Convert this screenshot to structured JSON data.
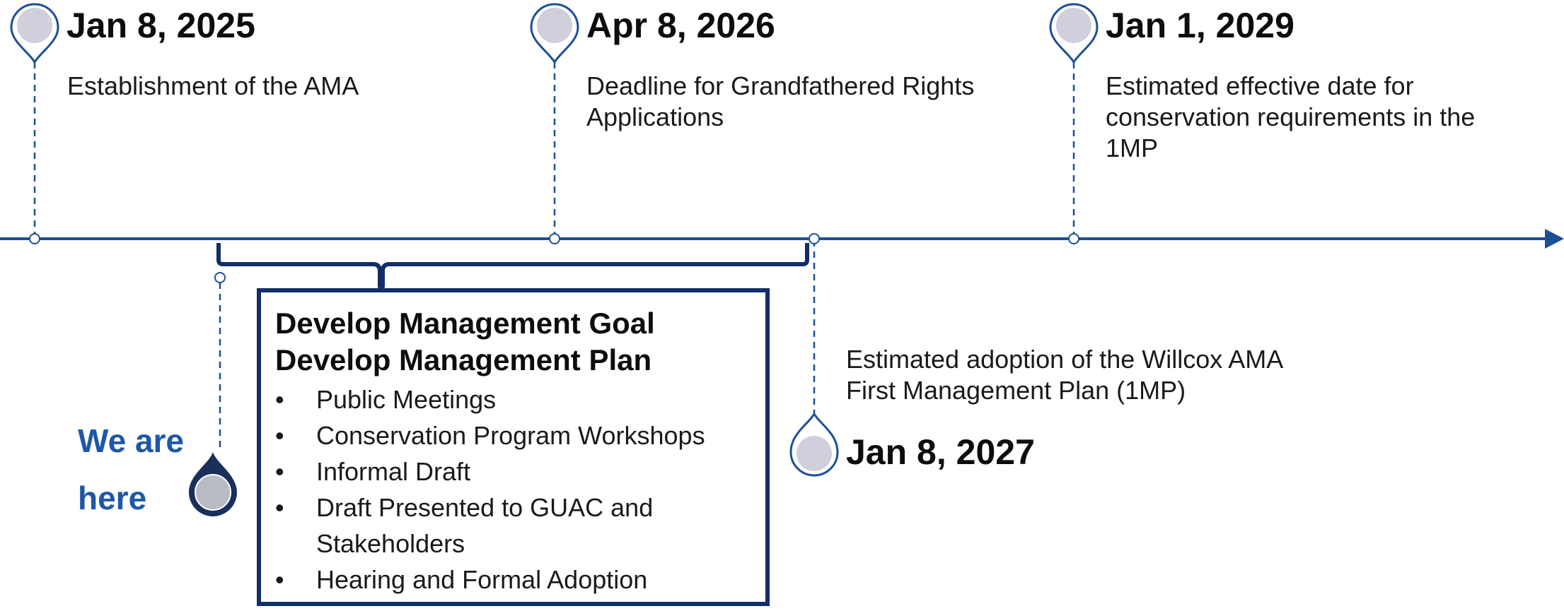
{
  "colors": {
    "axis": "#1d4f97",
    "pin_outline": "#1c4f96",
    "pin_fill": "#d0d0dc",
    "here_marker": "#1a2f5a",
    "here_text": "#1f57a8",
    "box_border": "#112e68"
  },
  "milestones": [
    {
      "date": "Jan 8, 2025",
      "description": "Establishment of the AMA"
    },
    {
      "date": "Apr 8, 2026",
      "description": "Deadline for Grandfathered Rights Applications"
    },
    {
      "date": "Jan 1, 2029",
      "description": "Estimated effective date for conservation requirements in the 1MP"
    },
    {
      "date": "Jan 8, 2027",
      "description": "Estimated adoption of the Willcox AMA First Management Plan (1MP)"
    }
  ],
  "phase_box": {
    "title_line1": "Develop Management Goal",
    "title_line2": "Develop Management Plan",
    "bullet_glyph": "•",
    "items": [
      "Public Meetings",
      "Conservation Program Workshops",
      "Informal Draft",
      "Draft Presented to GUAC and",
      "Stakeholders",
      "Hearing and Formal Adoption"
    ]
  },
  "current_marker": {
    "line1": "We are",
    "line2": "here",
    "icon": "location-pin-icon"
  }
}
